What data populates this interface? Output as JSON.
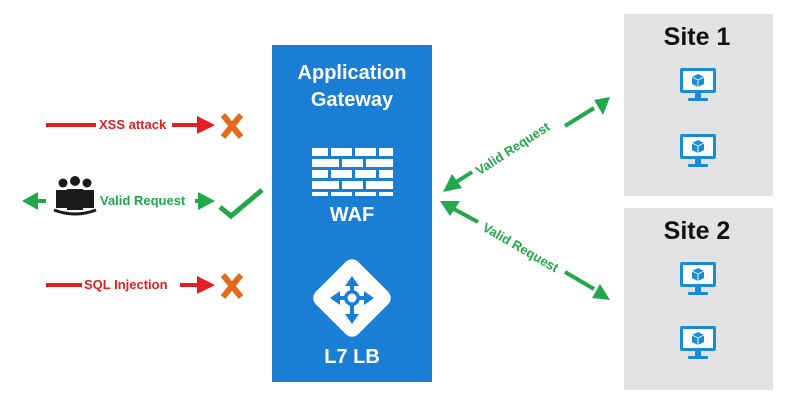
{
  "gateway": {
    "title_line1": "Application",
    "title_line2": "Gateway",
    "waf_label": "WAF",
    "lb_label": "L7 LB"
  },
  "threats": [
    {
      "label": "XSS attack",
      "outcome": "blocked"
    },
    {
      "label": "Valid Request",
      "outcome": "allowed"
    },
    {
      "label": "SQL Injection",
      "outcome": "blocked"
    }
  ],
  "routes": [
    {
      "label": "Valid Request",
      "to": "Site 1"
    },
    {
      "label": "Valid Request",
      "to": "Site 2"
    }
  ],
  "sites": [
    {
      "name": "Site 1",
      "vm_count": 2
    },
    {
      "name": "Site 2",
      "vm_count": 2
    }
  ],
  "colors": {
    "gateway_blue": "#1a7fd4",
    "blocked_red": "#e02020",
    "allowed_green": "#22a74a",
    "site_bg": "#e3e3e3",
    "vm_blue": "#1a8bd6",
    "users_dark": "#1a1a1a"
  },
  "icons": {
    "waf": "firewall-icon",
    "lb": "load-balancer-icon",
    "users": "users-group-icon",
    "vm": "virtual-machine-icon",
    "blocked": "x-mark-icon",
    "allowed": "check-mark-icon"
  }
}
